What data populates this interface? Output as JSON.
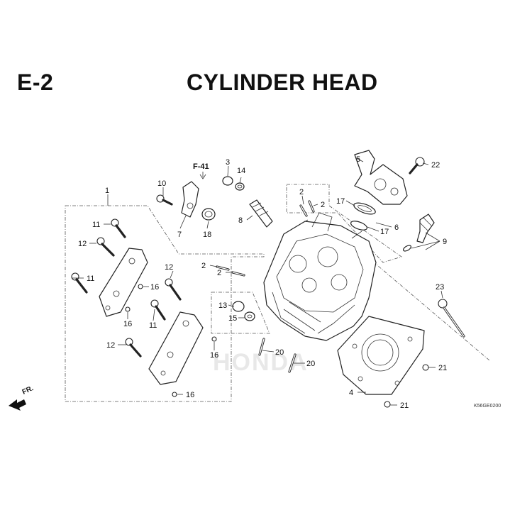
{
  "header": {
    "section_code": "E-2",
    "title": "CYLINDER HEAD"
  },
  "reference": {
    "text": "F-41"
  },
  "front_indicator": {
    "label": "FR."
  },
  "drawing_code": "K56GE0200",
  "watermark": "HONDA",
  "callouts": [
    {
      "id": "c1",
      "label": "1"
    },
    {
      "id": "c2a",
      "label": "2"
    },
    {
      "id": "c2b",
      "label": "2"
    },
    {
      "id": "c2c",
      "label": "2"
    },
    {
      "id": "c2d",
      "label": "2"
    },
    {
      "id": "c3",
      "label": "3"
    },
    {
      "id": "c4",
      "label": "4"
    },
    {
      "id": "c5",
      "label": "5"
    },
    {
      "id": "c6",
      "label": "6"
    },
    {
      "id": "c7",
      "label": "7"
    },
    {
      "id": "c8",
      "label": "8"
    },
    {
      "id": "c9",
      "label": "9"
    },
    {
      "id": "c10",
      "label": "10"
    },
    {
      "id": "c11a",
      "label": "11"
    },
    {
      "id": "c11b",
      "label": "11"
    },
    {
      "id": "c11c",
      "label": "11"
    },
    {
      "id": "c12a",
      "label": "12"
    },
    {
      "id": "c12b",
      "label": "12"
    },
    {
      "id": "c12c",
      "label": "12"
    },
    {
      "id": "c13",
      "label": "13"
    },
    {
      "id": "c14",
      "label": "14"
    },
    {
      "id": "c15",
      "label": "15"
    },
    {
      "id": "c16a",
      "label": "16"
    },
    {
      "id": "c16b",
      "label": "16"
    },
    {
      "id": "c16c",
      "label": "16"
    },
    {
      "id": "c16d",
      "label": "16"
    },
    {
      "id": "c17a",
      "label": "17"
    },
    {
      "id": "c17b",
      "label": "17"
    },
    {
      "id": "c18",
      "label": "18"
    },
    {
      "id": "c20a",
      "label": "20"
    },
    {
      "id": "c20b",
      "label": "20"
    },
    {
      "id": "c21a",
      "label": "21"
    },
    {
      "id": "c21b",
      "label": "21"
    },
    {
      "id": "c22",
      "label": "22"
    },
    {
      "id": "c23",
      "label": "23"
    }
  ]
}
